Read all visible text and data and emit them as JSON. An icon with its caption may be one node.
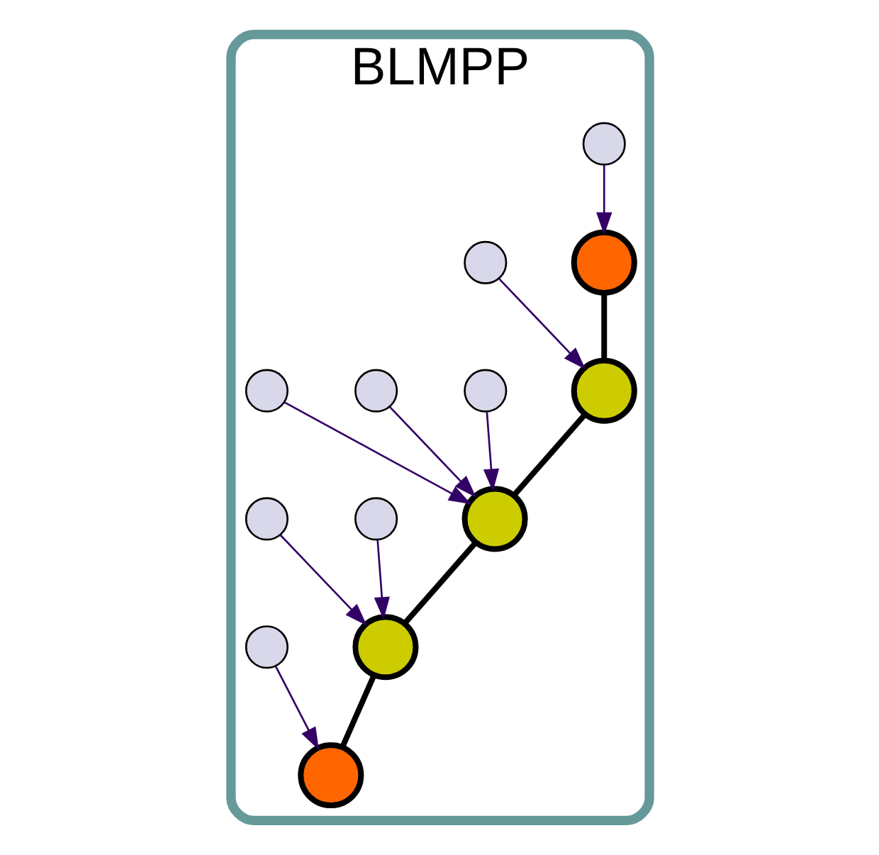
{
  "diagram": {
    "nodes": [
      {
        "text": [
          "BLMPP"
        ]
      },
      {
        "text": [],
        "shape": "circle",
        "in": 0
      },
      {
        "text": [],
        "shape": "circle",
        "in": 0
      },
      {
        "text": [],
        "shape": "circle",
        "in": 0
      },
      {
        "text": [],
        "shape": "circle",
        "in": 0
      },
      {
        "text": [],
        "shape": "circle",
        "in": 0
      },
      {
        "text": [],
        "shape": "circle",
        "in": 0
      },
      {
        "text": [],
        "shape": "circle",
        "in": 0
      },
      {
        "text": [],
        "shape": "circle",
        "in": 0
      },
      {
        "text": [],
        "shape": "circle",
        "in": 0
      },
      {
        "text": [],
        "shape": "circle",
        "in": 0
      },
      {
        "text": [],
        "shape": "circle",
        "in": 0
      },
      {
        "text": [],
        "shape": "circle",
        "in": 0
      },
      {
        "text": [],
        "shape": "circle",
        "in": 0
      }
    ],
    "edges": [
      {
        "from": 1,
        "to": 2,
        "arrow": "none",
        "style": "thick",
        "color": "#000000"
      },
      {
        "from": 2,
        "to": 3,
        "arrow": "none",
        "style": "thick",
        "color": "#000000"
      },
      {
        "from": 3,
        "to": 4,
        "arrow": "none",
        "style": "thick",
        "color": "#000000"
      },
      {
        "from": 4,
        "to": 5,
        "arrow": "none",
        "style": "thick",
        "color": "#000000"
      },
      {
        "from": 6,
        "to": 1,
        "arrow": "to"
      },
      {
        "from": 7,
        "to": 2,
        "arrow": "to"
      },
      {
        "from": 8,
        "to": 3,
        "arrow": "to"
      },
      {
        "from": 9,
        "to": 3,
        "arrow": "to"
      },
      {
        "from": 10,
        "to": 3,
        "arrow": "to"
      },
      {
        "from": 11,
        "to": 4,
        "arrow": "to"
      },
      {
        "from": 12,
        "to": 4,
        "arrow": "to"
      },
      {
        "from": 13,
        "to": 5,
        "arrow": "to"
      }
    ]
  }
}
